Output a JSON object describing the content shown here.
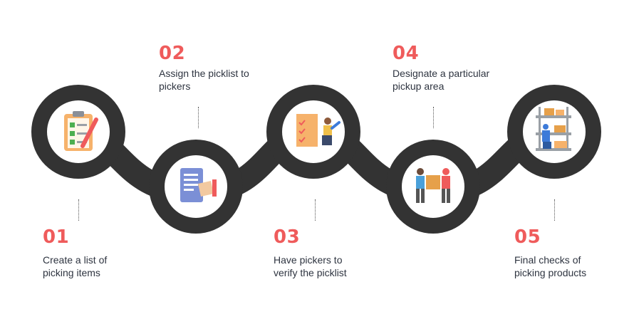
{
  "steps": [
    {
      "number": "01",
      "text_line1": "Create a list of",
      "text_line2": "picking items",
      "icon": "clipboard-checklist-icon"
    },
    {
      "number": "02",
      "text_line1": "Assign the picklist to",
      "text_line2": "pickers",
      "icon": "document-hand-icon"
    },
    {
      "number": "03",
      "text_line1": "Have pickers to",
      "text_line2": "verify the picklist",
      "icon": "worker-verify-list-icon"
    },
    {
      "number": "04",
      "text_line1": "Designate a particular",
      "text_line2": "pickup area",
      "icon": "workers-carry-box-icon"
    },
    {
      "number": "05",
      "text_line1": "Final checks of",
      "text_line2": "picking products",
      "icon": "warehouse-shelf-worker-icon"
    }
  ],
  "colors": {
    "accent": "#ef5b5b",
    "ring": "#333333",
    "text": "#2e3440"
  }
}
